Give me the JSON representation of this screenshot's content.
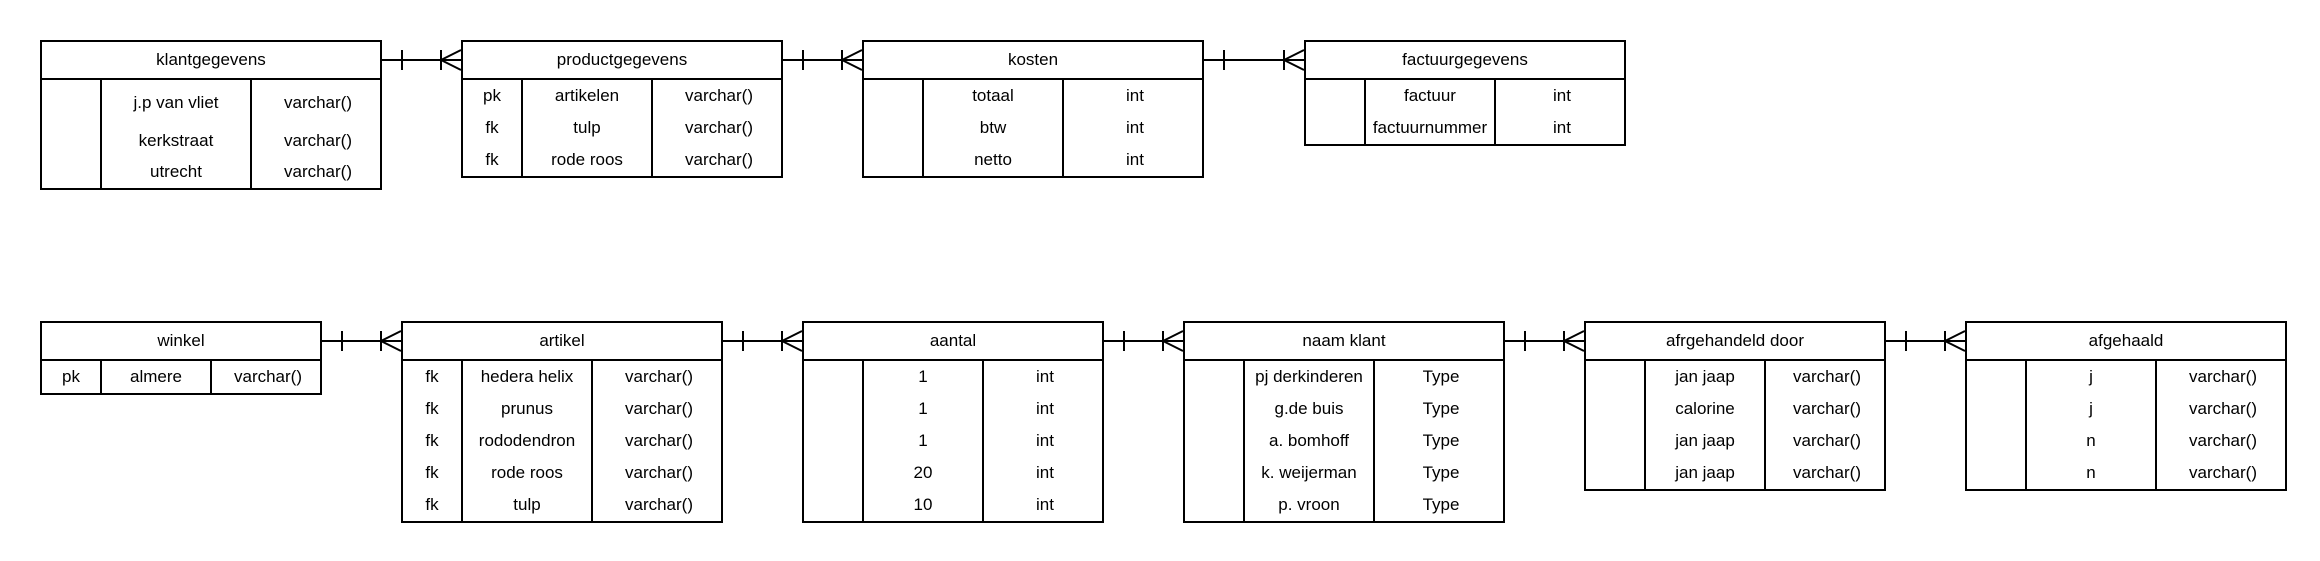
{
  "tables": [
    {
      "id": "klantgegevens",
      "title": "klantgegevens",
      "rows": [
        {
          "key": "",
          "name": "j.p van vliet",
          "type": "varchar()"
        },
        {
          "key": "",
          "name": "kerkstraat",
          "type": "varchar()"
        },
        {
          "key": "",
          "name": "utrecht",
          "type": "varchar()"
        }
      ]
    },
    {
      "id": "productgegevens",
      "title": "productgegevens",
      "rows": [
        {
          "key": "pk",
          "name": "artikelen",
          "type": "varchar()"
        },
        {
          "key": "fk",
          "name": "tulp",
          "type": "varchar()"
        },
        {
          "key": "fk",
          "name": "rode roos",
          "type": "varchar()"
        }
      ]
    },
    {
      "id": "kosten",
      "title": "kosten",
      "rows": [
        {
          "key": "",
          "name": "totaal",
          "type": "int"
        },
        {
          "key": "",
          "name": "btw",
          "type": "int"
        },
        {
          "key": "",
          "name": "netto",
          "type": "int"
        }
      ]
    },
    {
      "id": "factuurgegevens",
      "title": "factuurgegevens",
      "rows": [
        {
          "key": "",
          "name": "factuur",
          "type": "int"
        },
        {
          "key": "",
          "name": "factuurnummer",
          "type": "int"
        }
      ]
    },
    {
      "id": "winkel",
      "title": "winkel",
      "rows": [
        {
          "key": "pk",
          "name": "almere",
          "type": "varchar()"
        }
      ]
    },
    {
      "id": "artikel",
      "title": "artikel",
      "rows": [
        {
          "key": "fk",
          "name": "hedera helix",
          "type": "varchar()"
        },
        {
          "key": "fk",
          "name": "prunus",
          "type": "varchar()"
        },
        {
          "key": "fk",
          "name": "rododendron",
          "type": "varchar()"
        },
        {
          "key": "fk",
          "name": "rode roos",
          "type": "varchar()"
        },
        {
          "key": "fk",
          "name": "tulp",
          "type": "varchar()"
        }
      ]
    },
    {
      "id": "aantal",
      "title": "aantal",
      "rows": [
        {
          "key": "",
          "name": "1",
          "type": "int"
        },
        {
          "key": "",
          "name": "1",
          "type": "int"
        },
        {
          "key": "",
          "name": "1",
          "type": "int"
        },
        {
          "key": "",
          "name": "20",
          "type": "int"
        },
        {
          "key": "",
          "name": "10",
          "type": "int"
        }
      ]
    },
    {
      "id": "naam-klant",
      "title": "naam klant",
      "rows": [
        {
          "key": "",
          "name": "pj derkinderen",
          "type": "Type"
        },
        {
          "key": "",
          "name": "g.de buis",
          "type": "Type"
        },
        {
          "key": "",
          "name": "a. bomhoff",
          "type": "Type"
        },
        {
          "key": "",
          "name": "k. weijerman",
          "type": "Type"
        },
        {
          "key": "",
          "name": "p. vroon",
          "type": "Type"
        }
      ]
    },
    {
      "id": "afrgehandeld-door",
      "title": "afrgehandeld door",
      "rows": [
        {
          "key": "",
          "name": "jan jaap",
          "type": "varchar()"
        },
        {
          "key": "",
          "name": "calorine",
          "type": "varchar()"
        },
        {
          "key": "",
          "name": "jan jaap",
          "type": "varchar()"
        },
        {
          "key": "",
          "name": "jan jaap",
          "type": "varchar()"
        }
      ]
    },
    {
      "id": "afgehaald",
      "title": "afgehaald",
      "rows": [
        {
          "key": "",
          "name": "j",
          "type": "varchar()"
        },
        {
          "key": "",
          "name": "j",
          "type": "varchar()"
        },
        {
          "key": "",
          "name": "n",
          "type": "varchar()"
        },
        {
          "key": "",
          "name": "n",
          "type": "varchar()"
        }
      ]
    }
  ],
  "relationships": [
    {
      "from": "klantgegevens",
      "to": "productgegevens",
      "from_end": "one",
      "to_end": "many"
    },
    {
      "from": "productgegevens",
      "to": "kosten",
      "from_end": "one",
      "to_end": "many"
    },
    {
      "from": "kosten",
      "to": "factuurgegevens",
      "from_end": "one",
      "to_end": "many"
    },
    {
      "from": "winkel",
      "to": "artikel",
      "from_end": "one",
      "to_end": "many"
    },
    {
      "from": "artikel",
      "to": "aantal",
      "from_end": "one",
      "to_end": "many"
    },
    {
      "from": "aantal",
      "to": "naam-klant",
      "from_end": "one",
      "to_end": "many"
    },
    {
      "from": "naam-klant",
      "to": "afrgehandeld-door",
      "from_end": "one",
      "to_end": "many"
    },
    {
      "from": "afrgehandeld-door",
      "to": "afgehaald",
      "from_end": "one",
      "to_end": "many"
    }
  ]
}
